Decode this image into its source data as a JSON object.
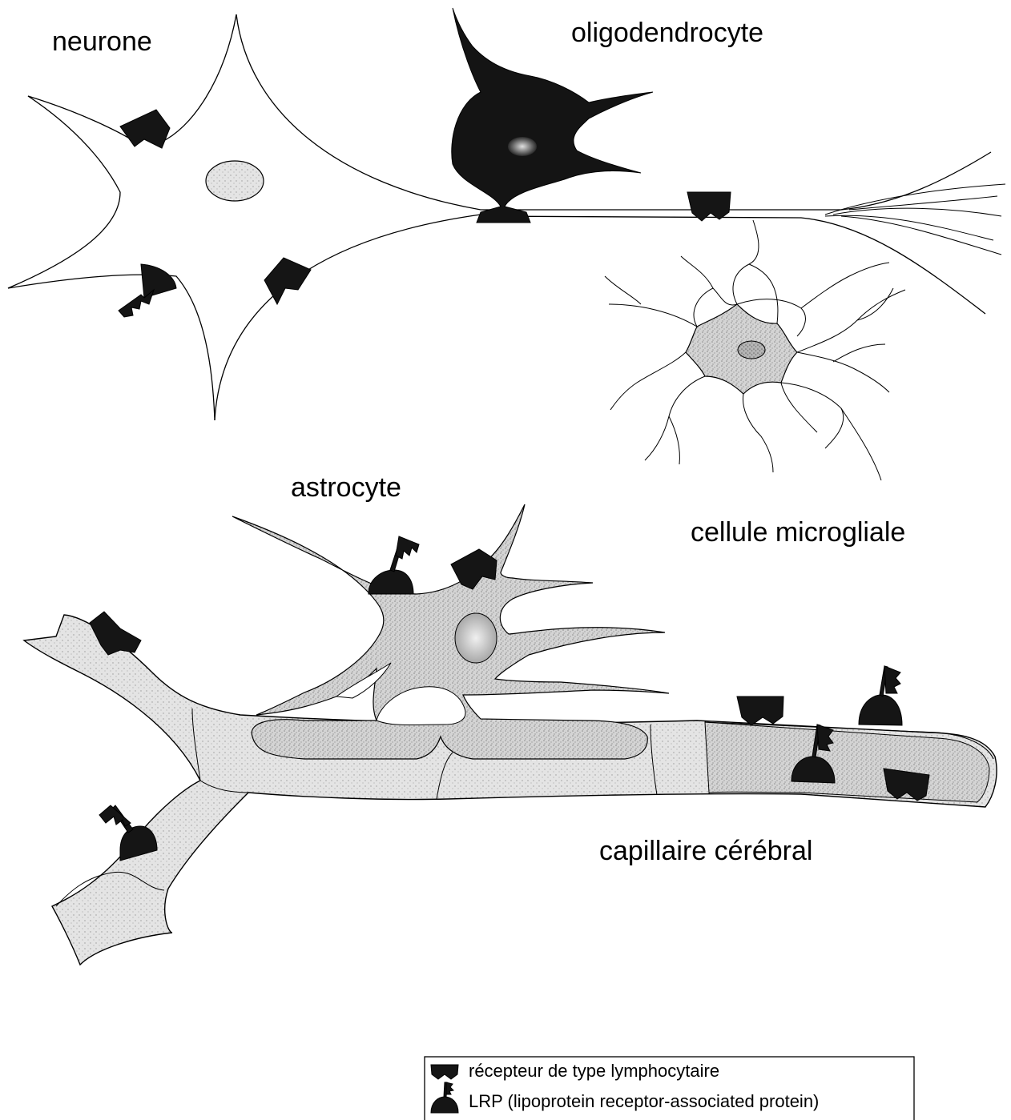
{
  "labels": {
    "neuron": "neurone",
    "oligodendrocyte": "oligodendrocyte",
    "astrocyte": "astrocyte",
    "microglia": "cellule microgliale",
    "capillary": "capillaire cérébral"
  },
  "legend": {
    "items": [
      {
        "icon": "lymphocyte-receptor-icon",
        "text": "récepteur de type lymphocytaire"
      },
      {
        "icon": "lrp-icon",
        "text": "LRP (lipoprotein receptor-associated protein)"
      }
    ]
  },
  "colors": {
    "receptor": "#151515",
    "cell_fill": "#c8c8c8",
    "oligodendrocyte": "#1a1a1a"
  }
}
